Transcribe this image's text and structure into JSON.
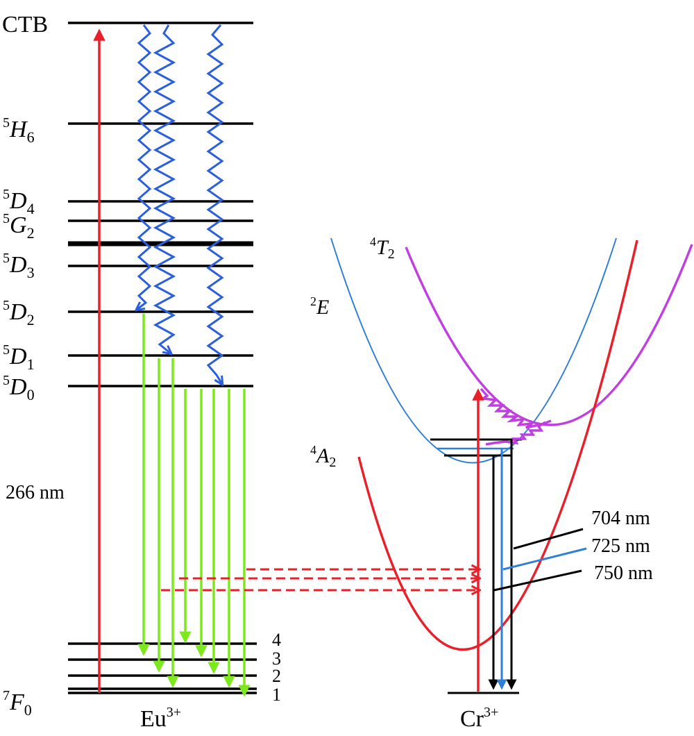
{
  "labels": {
    "ctb": "CTB",
    "h6": {
      "sup": "5",
      "main": "H",
      "sub": "6"
    },
    "d4": {
      "sup": "5",
      "main": "D",
      "sub": "4"
    },
    "g2": {
      "sup": "5",
      "main": "G",
      "sub": "2"
    },
    "d3": {
      "sup": "5",
      "main": "D",
      "sub": "3"
    },
    "d2": {
      "sup": "5",
      "main": "D",
      "sub": "2"
    },
    "d1": {
      "sup": "5",
      "main": "D",
      "sub": "1"
    },
    "d0": {
      "sup": "5",
      "main": "D",
      "sub": "0"
    },
    "f0": {
      "sup": "7",
      "main": "F",
      "sub": "0"
    },
    "excitation": "266 nm",
    "f_levels": [
      "4",
      "3",
      "2",
      "1"
    ],
    "t2": {
      "sup": "4",
      "main": "T",
      "sub": "2"
    },
    "e": {
      "sup": "2",
      "main": "E"
    },
    "a2": {
      "sup": "4",
      "main": "A",
      "sub": "2"
    },
    "emissions": [
      "704 nm",
      "725 nm",
      "750 nm"
    ],
    "eu_ion": {
      "main": "Eu",
      "sup": "3+"
    },
    "cr_ion": {
      "main": "Cr",
      "sup": "3+"
    }
  },
  "colors": {
    "levels": "#000000",
    "excitation": "#e8202a",
    "relaxation": "#2b5fde",
    "eu_emission": "#7ee81e",
    "energy_transfer": "#e8202a",
    "t2_curve": "#c13fe0",
    "e_curve": "#2f7fd6",
    "a2_curve": "#e8202a",
    "emission_725": "#2f7fd6"
  }
}
